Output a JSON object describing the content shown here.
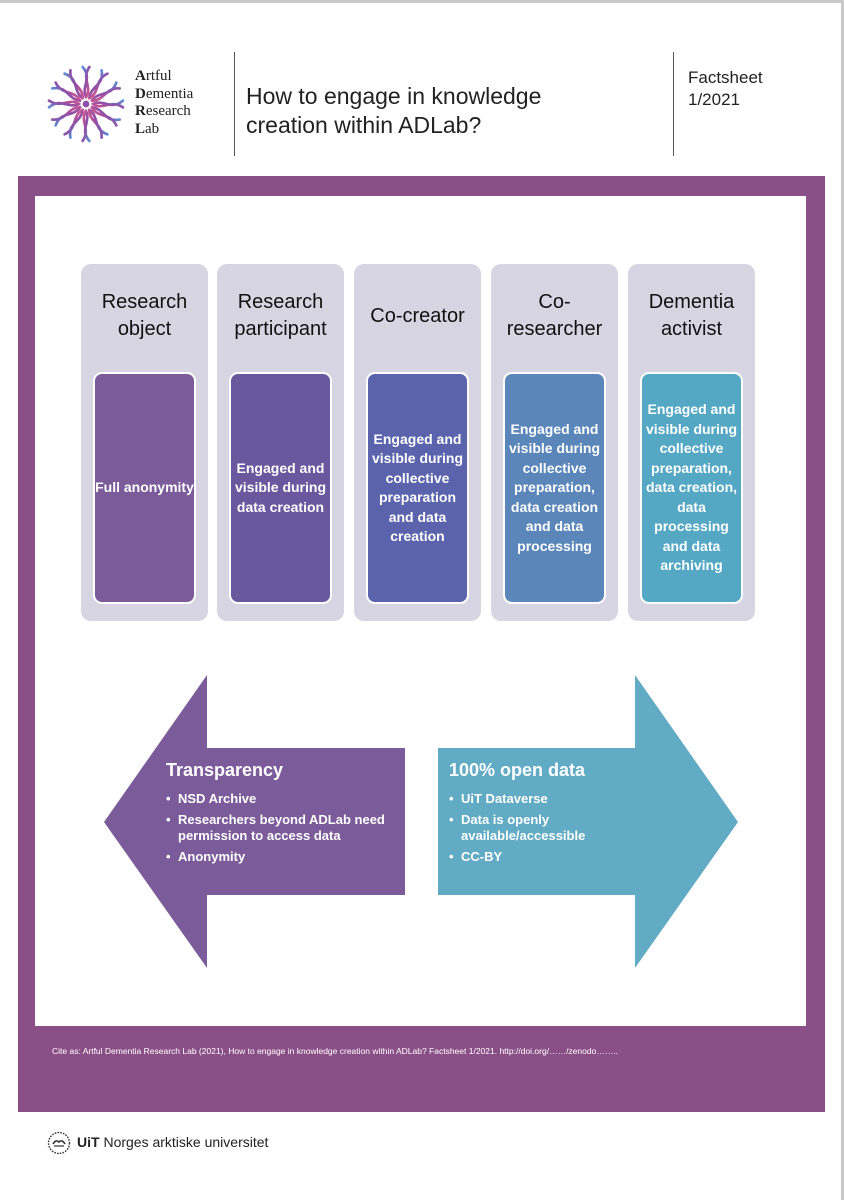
{
  "header": {
    "logo_lines": [
      {
        "initial": "A",
        "rest": "rtful"
      },
      {
        "initial": "D",
        "rest": "ementia"
      },
      {
        "initial": "R",
        "rest": "esearch"
      },
      {
        "initial": "L",
        "rest": "ab"
      }
    ],
    "title_line1": "How to engage in knowledge",
    "title_line2": "creation within ADLab?",
    "factsheet_line1": "Factsheet",
    "factsheet_line2": "1/2021"
  },
  "roles": [
    {
      "title": "Research object",
      "description": "Full anonymity",
      "color": "#7b5b9a"
    },
    {
      "title": "Research participant",
      "description": "Engaged and visible during data creation",
      "color": "#6a579e"
    },
    {
      "title": "Co-creator",
      "description": "Engaged and visible during collective preparation and data creation",
      "color": "#5b63ad"
    },
    {
      "title": "Co-researcher",
      "description": "Engaged and visible during collective preparation, data creation and data processing",
      "color": "#5a86b9"
    },
    {
      "title": "Dementia activist",
      "description": "Engaged and visible during collective preparation, data creation, data processing and data archiving",
      "color": "#55a8c4"
    }
  ],
  "left_arrow": {
    "heading": "Transparency",
    "items": [
      "NSD Archive",
      "Researchers beyond ADLab need permission to access data",
      "Anonymity"
    ],
    "color": "#7b5b9a"
  },
  "right_arrow": {
    "heading": "100% open data",
    "items": [
      "UiT Dataverse",
      "Data is openly available/accessible",
      "CC-BY"
    ],
    "color": "#62abc4"
  },
  "citation": "Cite as: Artful Dementia Research Lab (2021), How to engage in knowledge creation within ADLab? Factsheet 1/2021. http://doi.org/……/zenodo……..",
  "footer": {
    "uit_bold": "UiT",
    "uit_rest": " Norges arktiske universitet"
  },
  "colors": {
    "frame": "#8a4f86",
    "role_panel": "#d7d5e2"
  }
}
